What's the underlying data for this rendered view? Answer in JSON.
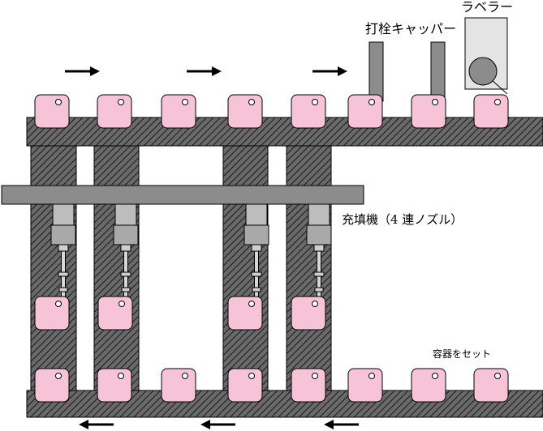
{
  "labels": {
    "labeler": "ラベラー",
    "capper": "打栓キャッパー",
    "filler": "充填機（4 連ノズル）",
    "set_container": "容器をセット"
  },
  "colors": {
    "belt": "#5a5a5a",
    "belt_hatch": "#2b2b2b",
    "container": "#f7c3d6",
    "machine": "#8c8c8c",
    "labeler_box": "#e4e4e4",
    "nozzle": "#bdbdbd"
  }
}
